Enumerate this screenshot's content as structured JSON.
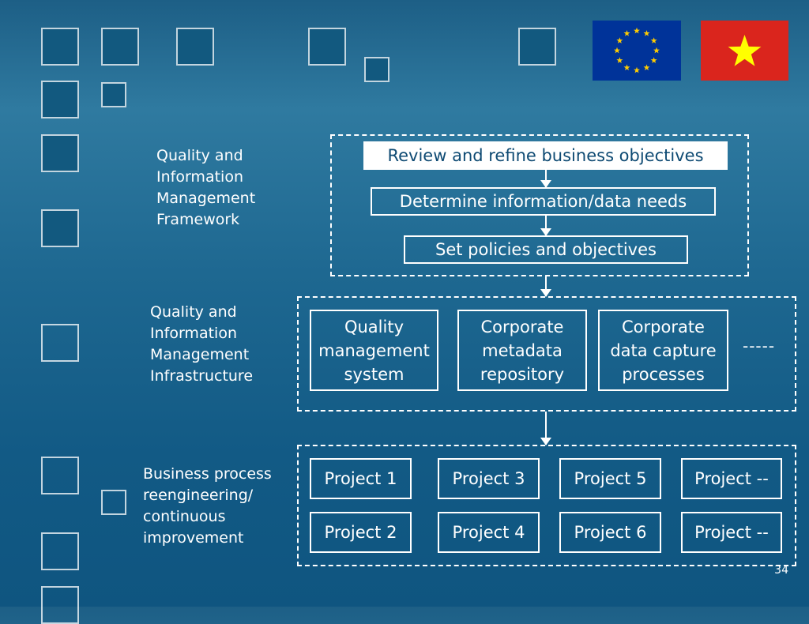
{
  "flags": {
    "left": "eu-flag",
    "right": "vietnam-flag"
  },
  "framework": {
    "label": [
      "Quality and",
      "Information",
      "Management",
      "Framework"
    ],
    "steps": [
      "Review and refine business objectives",
      "Determine information/data needs",
      "Set policies and objectives"
    ]
  },
  "infrastructure": {
    "label": [
      "Quality and",
      "Information",
      "Management",
      "Infrastructure"
    ],
    "items": [
      [
        "Quality",
        "management",
        "system"
      ],
      [
        "Corporate",
        "metadata",
        "repository"
      ],
      [
        "Corporate",
        "data capture",
        "processes"
      ]
    ],
    "ellipsis": "-----"
  },
  "projects": {
    "label": [
      "Business process",
      "reengineering/",
      "continuous",
      "improvement"
    ],
    "row1": [
      "Project 1",
      "Project 3",
      "Project 5",
      "Project --"
    ],
    "row2": [
      "Project 2",
      "Project 4",
      "Project 6",
      "Project --"
    ]
  },
  "page_number": "34",
  "colors": {
    "background": "#1e6891",
    "eu_blue": "#003399",
    "eu_star": "#ffcc00",
    "vn_red": "#da251d",
    "vn_star": "#ffff00"
  }
}
